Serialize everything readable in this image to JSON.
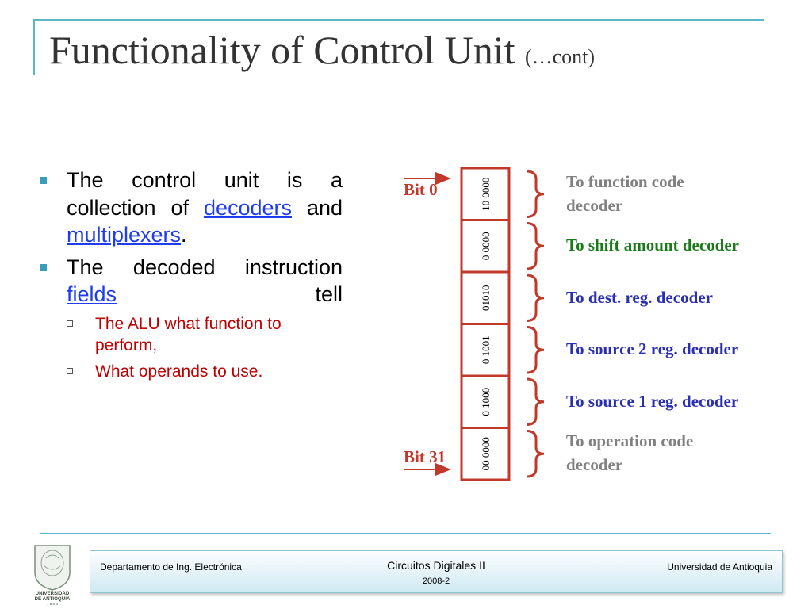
{
  "title": {
    "main": "Functionality of Control Unit",
    "sub": "(…cont)"
  },
  "bullets": {
    "b1": {
      "t1": "The control unit is a collection of ",
      "l1": "decoders",
      "t2": " and ",
      "l2": "multiplexers",
      "t3": "."
    },
    "b2": {
      "t1": "The decoded instruction ",
      "l1": "fields",
      "t2": " tell"
    },
    "sub": [
      "The ALU what function to perform,",
      "What operands to use."
    ]
  },
  "diagram": {
    "bit_start": "Bit 0",
    "bit_end": "Bit 31",
    "fields": [
      {
        "bits": "10 0000",
        "label_lines": [
          "To function code",
          "decoder"
        ],
        "color": "#808080"
      },
      {
        "bits": "0 0000",
        "label_lines": [
          "To shift amount decoder"
        ],
        "color": "#1a7a1a"
      },
      {
        "bits": "01010",
        "label_lines": [
          "To dest. reg. decoder"
        ],
        "color": "#2a2fb0"
      },
      {
        "bits": "0 1001",
        "label_lines": [
          "To source 2 reg. decoder"
        ],
        "color": "#2a2fb0"
      },
      {
        "bits": "0 1000",
        "label_lines": [
          "To source 1 reg. decoder"
        ],
        "color": "#2a2fb0"
      },
      {
        "bits": "00 0000",
        "label_lines": [
          "To operation code",
          "decoder"
        ],
        "color": "#808080"
      }
    ],
    "colors": {
      "accent": "#c0392b",
      "box": "#c0392b"
    }
  },
  "footer": {
    "left": "Departamento de Ing. Electrónica",
    "center": "Circuitos Digitales II",
    "date": "2008-2",
    "right": "Universidad de Antioquia"
  },
  "logo": {
    "line1": "UNIVERSIDAD",
    "line2": "DE ANTIOQUIA",
    "line3": "1 8 0 3"
  }
}
